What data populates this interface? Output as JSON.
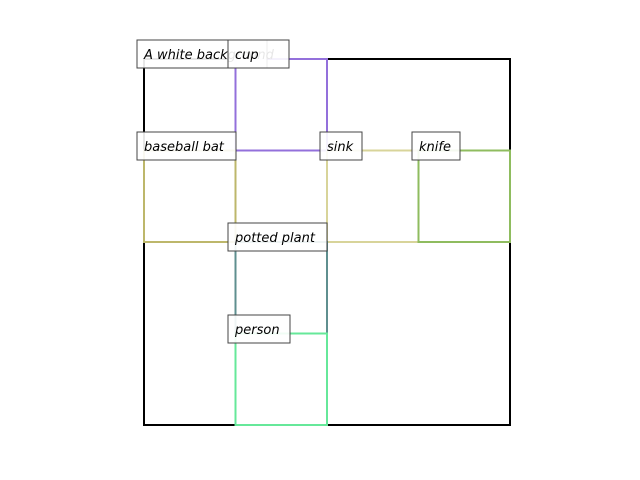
{
  "frame_color": "#000000",
  "regions": [
    {
      "id": "background",
      "label": "A white background",
      "color": "#000000"
    },
    {
      "id": "cup",
      "label": "cup",
      "color": "#9370db"
    },
    {
      "id": "baseball-bat",
      "label": "baseball bat",
      "color": "#bdb76b"
    },
    {
      "id": "sink",
      "label": "sink",
      "color": "#d8d49a"
    },
    {
      "id": "knife",
      "label": "knife",
      "color": "#8fbc5f"
    },
    {
      "id": "potted-plant",
      "label": "potted plant",
      "color": "#5f8f8f"
    },
    {
      "id": "person",
      "label": "person",
      "color": "#66e89a"
    }
  ]
}
